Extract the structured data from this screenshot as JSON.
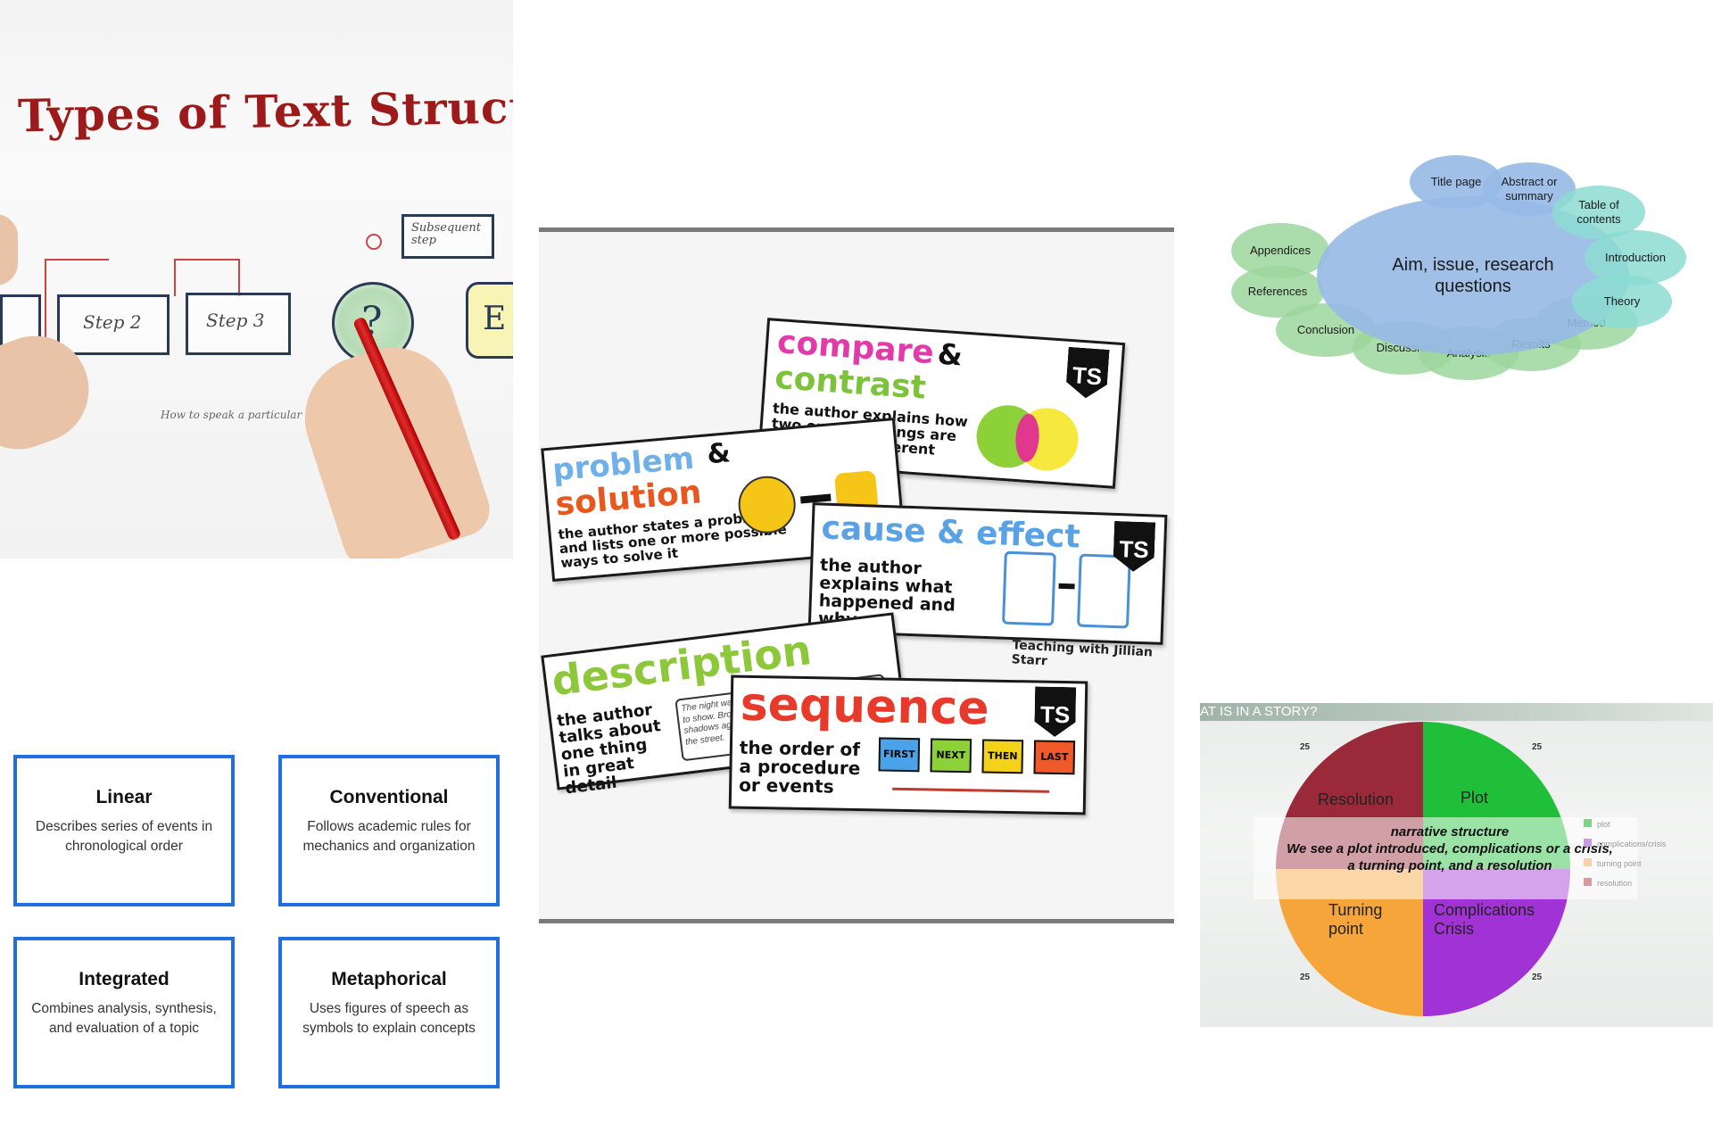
{
  "whiteboard": {
    "title": "Types of Text Structu",
    "step2": "Step 2",
    "step3": "Step 3",
    "subsequent": "Subsequent step",
    "question": "?",
    "end_fragment": "E",
    "scribble": "How to speak a particular language"
  },
  "structure_cards": {
    "compare": {
      "title_1": "compare",
      "amp": "&",
      "title_2": "contrast",
      "desc": "the author explains how two or more things are similar and different",
      "badge": "TS"
    },
    "problem": {
      "title_1": "problem",
      "amp": "&",
      "title_2": "solution",
      "desc": "the author states a problem and lists one or more possible ways to solve it"
    },
    "cause": {
      "title": "cause & effect",
      "desc": "the author explains what happened and why",
      "badge": "TS",
      "credit": "Teaching with Jillian Starr"
    },
    "description": {
      "title": "description",
      "desc": "the author talks about one thing in great detail",
      "example": "The night was dark with only a sliver of the moon to show. Broken street lights cast flickering shadows against the walls. There was a quiet... the street."
    },
    "sequence": {
      "title": "sequence",
      "desc": "the order of a procedure or events",
      "badge": "TS",
      "tags": [
        "FIRST",
        "NEXT",
        "THEN",
        "LAST"
      ]
    }
  },
  "thesis_diagram": {
    "center": "Aim, issue, research questions",
    "bubbles": [
      "Title page",
      "Abstract or summary",
      "Table of contents",
      "Introduction",
      "Theory",
      "Method",
      "Results",
      "Analysis",
      "Discussion",
      "Conclusion",
      "References",
      "Appendices"
    ]
  },
  "structure_boxes": [
    {
      "title": "Linear",
      "desc": "Describes series of events in chronological order"
    },
    {
      "title": "Conventional",
      "desc": "Follows academic rules for mechanics and organization"
    },
    {
      "title": "Integrated",
      "desc": "Combines analysis, synthesis, and evaluation of a topic"
    },
    {
      "title": "Metaphorical",
      "desc": "Uses figures of speech as symbols to explain concepts"
    }
  ],
  "story_chart": {
    "header": "AT IS IN A STORY?",
    "overlay_title": "narrative structure",
    "overlay_line1": "We see a plot introduced, complications or a crisis,",
    "overlay_line2": "a turning point, and a resolution",
    "legend": [
      "plot",
      "complications/crisis",
      "turning point",
      "resolution"
    ],
    "colors": {
      "plot": "#1fbf3a",
      "complications": "#a133d6",
      "turning": "#f5a53a",
      "resolution": "#9a2a3a"
    }
  },
  "chart_data": {
    "type": "pie",
    "categories": [
      "Plot",
      "Complications Crisis",
      "Turning point",
      "Resolution"
    ],
    "values": [
      25,
      25,
      25,
      25
    ],
    "title": ""
  }
}
